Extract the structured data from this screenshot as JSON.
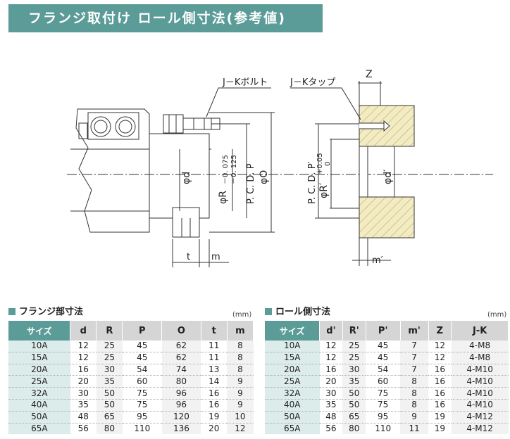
{
  "title": "フランジ取付け ロール側寸法(参考値)",
  "drawing": {
    "jk_bolt": "J－Kボルト",
    "jk_tap": "J－Kタップ",
    "z": "Z",
    "phi_d": "φd",
    "phi_r": "φR",
    "r_tol_upper": "－0. 075",
    "r_tol_lower": "－0. 125",
    "pcd_p": "P. C. D. P",
    "phi_o": "φO",
    "t": "t",
    "m": "m",
    "pcd_p2": "P. C. D. P′",
    "phi_r2": "φR′",
    "r2_tol_upper": "+0.05",
    "r2_tol_lower": "0",
    "phi_d2": "φd′",
    "m2": "m′"
  },
  "flange": {
    "title": "フランジ部寸法",
    "unit": "(mm)",
    "headers": [
      "サイズ",
      "d",
      "R",
      "P",
      "O",
      "t",
      "m"
    ],
    "rows": [
      [
        "10A",
        "12",
        "25",
        "45",
        "62",
        "11",
        "8"
      ],
      [
        "15A",
        "12",
        "25",
        "45",
        "62",
        "11",
        "8"
      ],
      [
        "20A",
        "16",
        "30",
        "54",
        "74",
        "13",
        "8"
      ],
      [
        "25A",
        "20",
        "35",
        "60",
        "80",
        "14",
        "9"
      ],
      [
        "32A",
        "30",
        "50",
        "75",
        "96",
        "16",
        "9"
      ],
      [
        "40A",
        "35",
        "50",
        "75",
        "96",
        "16",
        "9"
      ],
      [
        "50A",
        "48",
        "65",
        "95",
        "120",
        "19",
        "10"
      ],
      [
        "65A",
        "56",
        "80",
        "110",
        "136",
        "20",
        "12"
      ]
    ]
  },
  "roll": {
    "title": "ロール側寸法",
    "unit": "(mm)",
    "headers": [
      "サイズ",
      "d'",
      "R'",
      "P'",
      "m'",
      "Z",
      "J-K"
    ],
    "rows": [
      [
        "10A",
        "12",
        "25",
        "45",
        "7",
        "12",
        "4-M8"
      ],
      [
        "15A",
        "12",
        "25",
        "45",
        "7",
        "12",
        "4-M8"
      ],
      [
        "20A",
        "16",
        "30",
        "54",
        "7",
        "16",
        "4-M10"
      ],
      [
        "25A",
        "20",
        "35",
        "60",
        "8",
        "16",
        "4-M10"
      ],
      [
        "32A",
        "30",
        "50",
        "75",
        "8",
        "16",
        "4-M10"
      ],
      [
        "40A",
        "35",
        "50",
        "75",
        "8",
        "16",
        "4-M10"
      ],
      [
        "50A",
        "48",
        "65",
        "95",
        "9",
        "19",
        "4-M12"
      ],
      [
        "65A",
        "56",
        "80",
        "110",
        "11",
        "19",
        "4-M12"
      ]
    ]
  }
}
